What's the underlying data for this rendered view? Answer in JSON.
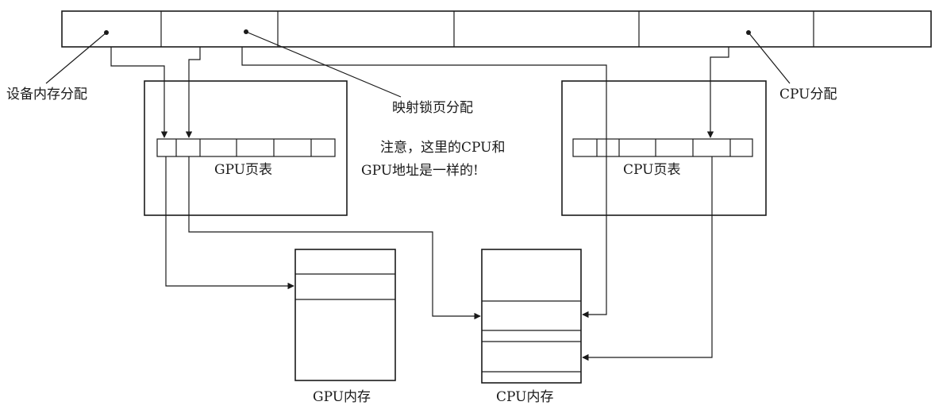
{
  "labels": {
    "device_alloc": "设备内存分配",
    "mapped_pinned_alloc": "映射锁页分配",
    "cpu_alloc": "CPU分配",
    "note_line1": "注意，这里的CPU和",
    "note_line2": "GPU地址是一样的!",
    "gpu_page_table": "GPU页表",
    "cpu_page_table": "CPU页表",
    "gpu_memory": "GPU内存",
    "cpu_memory": "CPU内存"
  },
  "colors": {
    "line": "#1a1a1a",
    "background": "#ffffff"
  }
}
